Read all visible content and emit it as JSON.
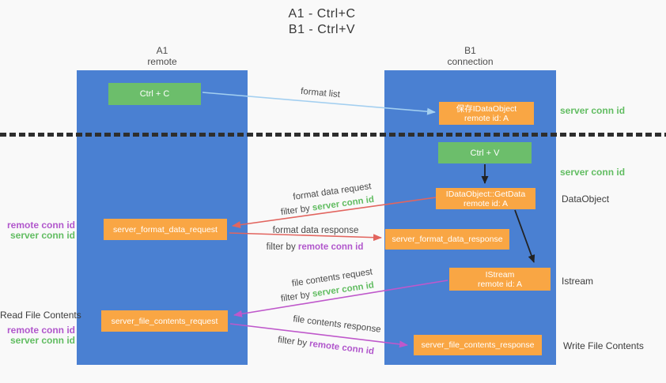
{
  "title": {
    "line1": "A1 - Ctrl+C",
    "line2": "B1 - Ctrl+V"
  },
  "lanes": {
    "a1": {
      "title": "A1",
      "subtitle": "remote"
    },
    "b1": {
      "title": "B1",
      "subtitle": "connection"
    }
  },
  "nodes": {
    "ctrl_c": {
      "label": "Ctrl + C"
    },
    "ctrl_v": {
      "label": "Ctrl + V"
    },
    "save_idataobject": {
      "line1": "保存IDataObject",
      "line2": "remote id: A"
    },
    "getdata": {
      "line1": "IDataObject::GetData",
      "line2": "remote id: A"
    },
    "istream": {
      "line1": "IStream",
      "line2": "remote id: A"
    },
    "format_request": {
      "label": "server_format_data_request"
    },
    "format_response": {
      "label": "server_format_data_response"
    },
    "file_request": {
      "label": "server_file_contents_request"
    },
    "file_response": {
      "label": "server_file_contents_response"
    }
  },
  "flow_labels": {
    "format_list": "format list",
    "format_data_request": "format data request",
    "format_data_response": "format data response",
    "file_contents_request": "file contents request",
    "file_contents_response": "file contents response",
    "filter_by": "filter by",
    "server_conn_id": "server conn id",
    "remote_conn_id": "remote conn id"
  },
  "annotations": {
    "right_server_conn_id_1": "server conn id",
    "right_server_conn_id_2": "server conn id",
    "data_object": "DataObject",
    "istream": "Istream",
    "write_file_contents": "Write File Contents",
    "read_file_contents": "Read File Contents",
    "left_remote_conn_id_1": "remote conn id",
    "left_server_conn_id_1": "server conn id",
    "left_remote_conn_id_2": "remote conn id",
    "left_server_conn_id_2": "server conn id"
  },
  "colors": {
    "lane_blue": "#4a80d2",
    "box_green": "#6cbe6b",
    "box_orange": "#f9a644",
    "conn_id_green": "#62bd62",
    "conn_id_purple": "#b157cc",
    "arrow_red": "#e2655f",
    "arrow_magenta": "#bf58cb",
    "arrow_light_blue": "#a3cff0",
    "arrow_black": "#222222",
    "divider_black": "#2e2e2e"
  }
}
